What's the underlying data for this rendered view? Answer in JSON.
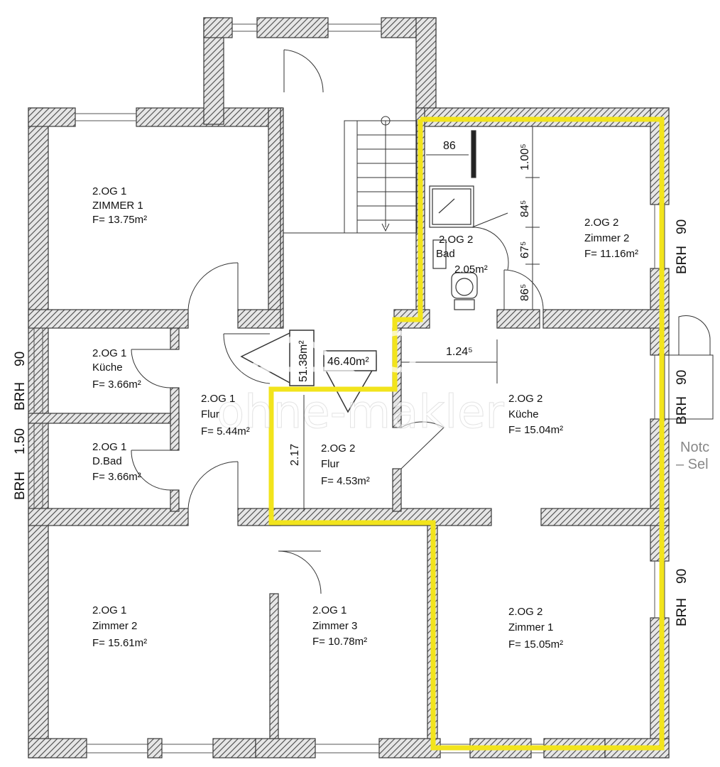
{
  "plan": {
    "wall_color": "#3a3a3a",
    "hatch_color": "#555555",
    "highlight_color": "#f2e41c",
    "watermark": "ohne-makler",
    "rooms": [
      {
        "id": "og1-zimmer1",
        "lines": [
          "2.OG 1",
          "ZIMMER 1",
          "F= 13.75m²"
        ]
      },
      {
        "id": "og1-kueche",
        "lines": [
          "2.OG 1",
          "Küche",
          "F= 3.66m²"
        ]
      },
      {
        "id": "og1-dbad",
        "lines": [
          "2.OG 1",
          "D.Bad",
          "F= 3.66m²"
        ]
      },
      {
        "id": "og1-flur",
        "lines": [
          "2.OG 1",
          "Flur",
          "F= 5.44m²"
        ]
      },
      {
        "id": "og1-zimmer2",
        "lines": [
          "2.OG 1",
          "Zimmer 2",
          "F= 15.61m²"
        ]
      },
      {
        "id": "og1-zimmer3",
        "lines": [
          "2.OG 1",
          "Zimmer 3",
          "F= 10.78m²"
        ]
      },
      {
        "id": "og2-zimmer2",
        "lines": [
          "2.OG 2",
          "Zimmer 2",
          "F= 11.16m²"
        ]
      },
      {
        "id": "og2-kueche",
        "lines": [
          "2.OG 2",
          "Küche",
          "F= 15.04m²"
        ]
      },
      {
        "id": "og2-flur",
        "lines": [
          "2.OG 2",
          "Flur",
          "F= 4.53m²"
        ]
      },
      {
        "id": "og2-zimmer1",
        "lines": [
          "2.OG 2",
          "Zimmer 1",
          "F= 15.05m²"
        ]
      },
      {
        "id": "og2-bad",
        "lines": [
          "2.OG 2",
          "Bad",
          "2.05m²"
        ]
      }
    ],
    "totals": {
      "og1": "51.38m²",
      "og2": "46.40m²"
    },
    "dims": {
      "d86_top": "86",
      "d100": "1.00⁵",
      "d84": "84⁵",
      "d67": "67⁵",
      "d86_side": "86⁵",
      "d124": "1.24⁵",
      "d217": "2.17"
    },
    "side_labels": {
      "left_90": "90",
      "left_brh1": "BRH",
      "left_150": "1.50",
      "left_brh2": "BRH",
      "right_90a": "90",
      "right_brha": "BRH",
      "right_90b": "90",
      "right_brhb": "BRH",
      "right_90c": "90",
      "right_brhc": "BRH"
    },
    "edge_text": {
      "line1": "Notc",
      "line2": "– Sel"
    }
  }
}
